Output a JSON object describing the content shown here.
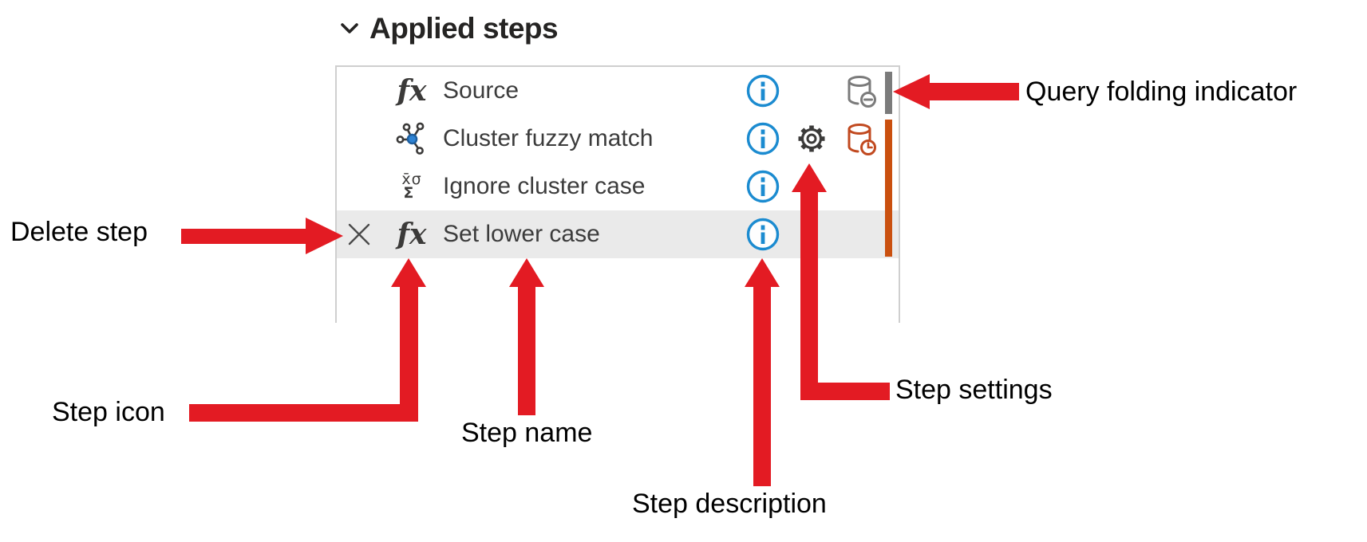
{
  "title": "Applied steps",
  "panel": {
    "rows": [
      {
        "name": "Source",
        "icon": "fx",
        "info": true,
        "settings": false,
        "delete": false,
        "indicator": "gray-cylinder-minus",
        "selected": false
      },
      {
        "name": "Cluster fuzzy match",
        "icon": "cluster",
        "info": true,
        "settings": true,
        "delete": false,
        "indicator": "red-cylinder-clock",
        "selected": false
      },
      {
        "name": "Ignore cluster case",
        "icon": "statistics",
        "info": true,
        "settings": false,
        "delete": false,
        "indicator": null,
        "selected": false
      },
      {
        "name": "Set lower case",
        "icon": "fx",
        "info": true,
        "settings": false,
        "delete": true,
        "indicator": null,
        "selected": true
      }
    ]
  },
  "icons": {
    "fx_glyph": "fx",
    "statistics_top": "x̄σ",
    "statistics_bottom": "Σ"
  },
  "annotations": {
    "delete_step": "Delete step",
    "step_icon": "Step icon",
    "step_name": "Step name",
    "step_description": "Step description",
    "step_settings": "Step settings",
    "query_folding": "Query folding indicator"
  },
  "colors": {
    "annotation_red": "#e31b23",
    "info_blue": "#1b8bd0",
    "cluster_blue": "#2e83d4",
    "icon_dark": "#3b3a39",
    "folding_gray": "#7b7b7b",
    "folding_orange": "#ca500f",
    "selected_row_bg": "#eaeaea",
    "panel_border": "#cfcfcf"
  }
}
